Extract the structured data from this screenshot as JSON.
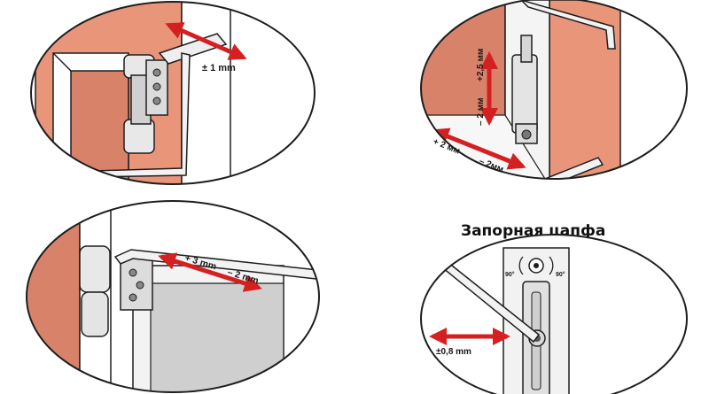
{
  "colors": {
    "wood": "#e8957a",
    "wood_dark": "#d9826a",
    "arrow": "#d42020",
    "metal": "#d8d8d8",
    "glass": "#cfcfcf",
    "outline": "#1e1e1e"
  },
  "panels": {
    "top_left": {
      "label": "± 1 mm"
    },
    "top_right": {
      "label_up": "+2,5 мм",
      "label_down": "– 2 мм",
      "label_left": "+ 2 мм",
      "label_right": "– 2мм"
    },
    "bottom_left": {
      "label_plus": "+ 3 mm",
      "label_minus": "– 2 mm"
    },
    "bottom_right": {
      "title": "Запорная цапфа",
      "label": "±0,8 mm",
      "angle_left": "90°",
      "angle_right": "90°"
    }
  }
}
